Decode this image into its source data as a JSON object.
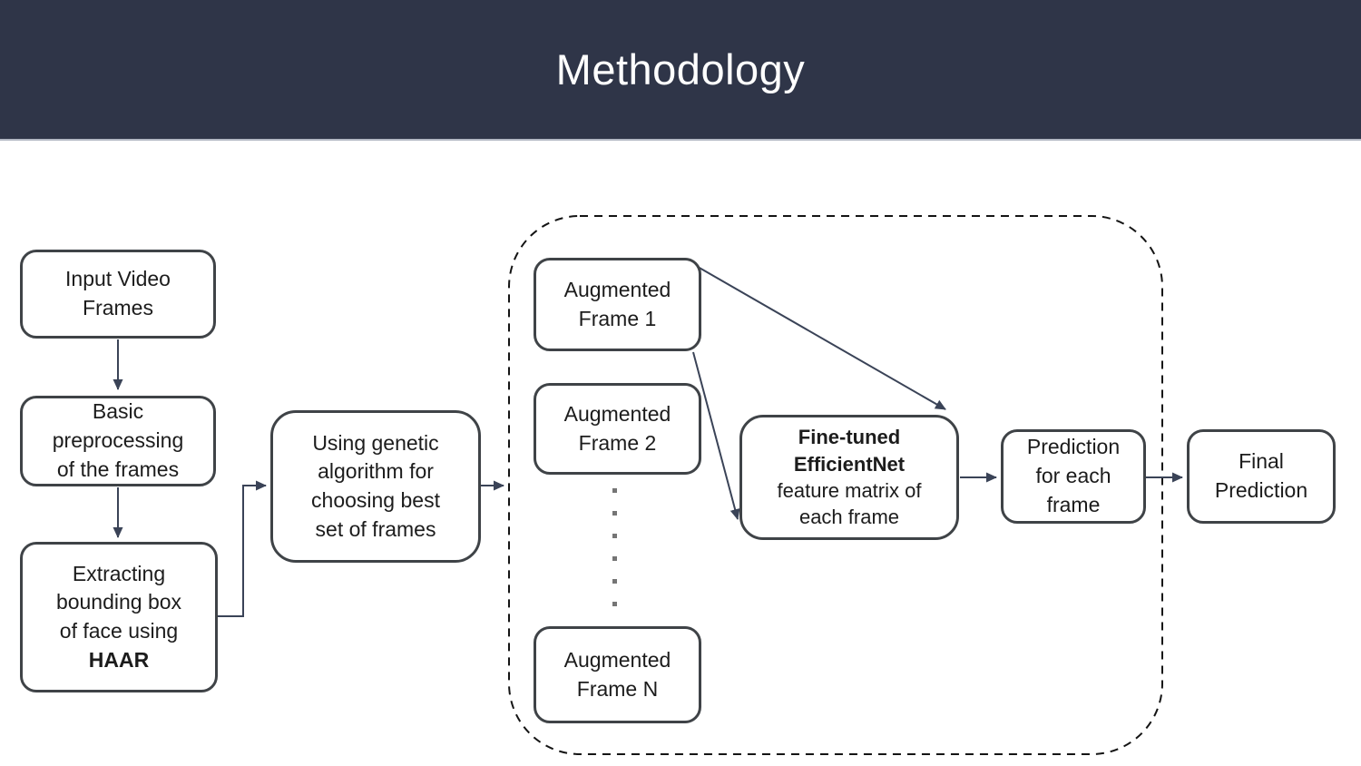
{
  "header": {
    "title": "Methodology",
    "background": "#2f3548",
    "text_color": "#ffffff"
  },
  "diagram": {
    "nodes": {
      "input_video": {
        "label": "Input Video\nFrames"
      },
      "preprocessing": {
        "label": "Basic\npreprocessing\nof the frames"
      },
      "extract_bbox": {
        "label": "Extracting\nbounding box\nof face using",
        "label_bold": "HAAR"
      },
      "genetic": {
        "label": "Using genetic\nalgorithm for\nchoosing best\nset of frames"
      },
      "aug_frame_1": {
        "label": "Augmented\nFrame 1"
      },
      "aug_frame_2": {
        "label": "Augmented\nFrame 2"
      },
      "aug_frame_n": {
        "label": "Augmented\nFrame N"
      },
      "efficientnet": {
        "label_bold": "Fine-tuned\nEfficientNet",
        "label": "feature matrix of\neach frame"
      },
      "prediction_each": {
        "label": "Prediction\nfor each\nframe"
      },
      "final_prediction": {
        "label": "Final\nPrediction"
      }
    },
    "colors": {
      "box_border": "#3f4347",
      "arrow": "#3a4357",
      "dashed_border": "#141414",
      "dots": "#757575"
    }
  }
}
